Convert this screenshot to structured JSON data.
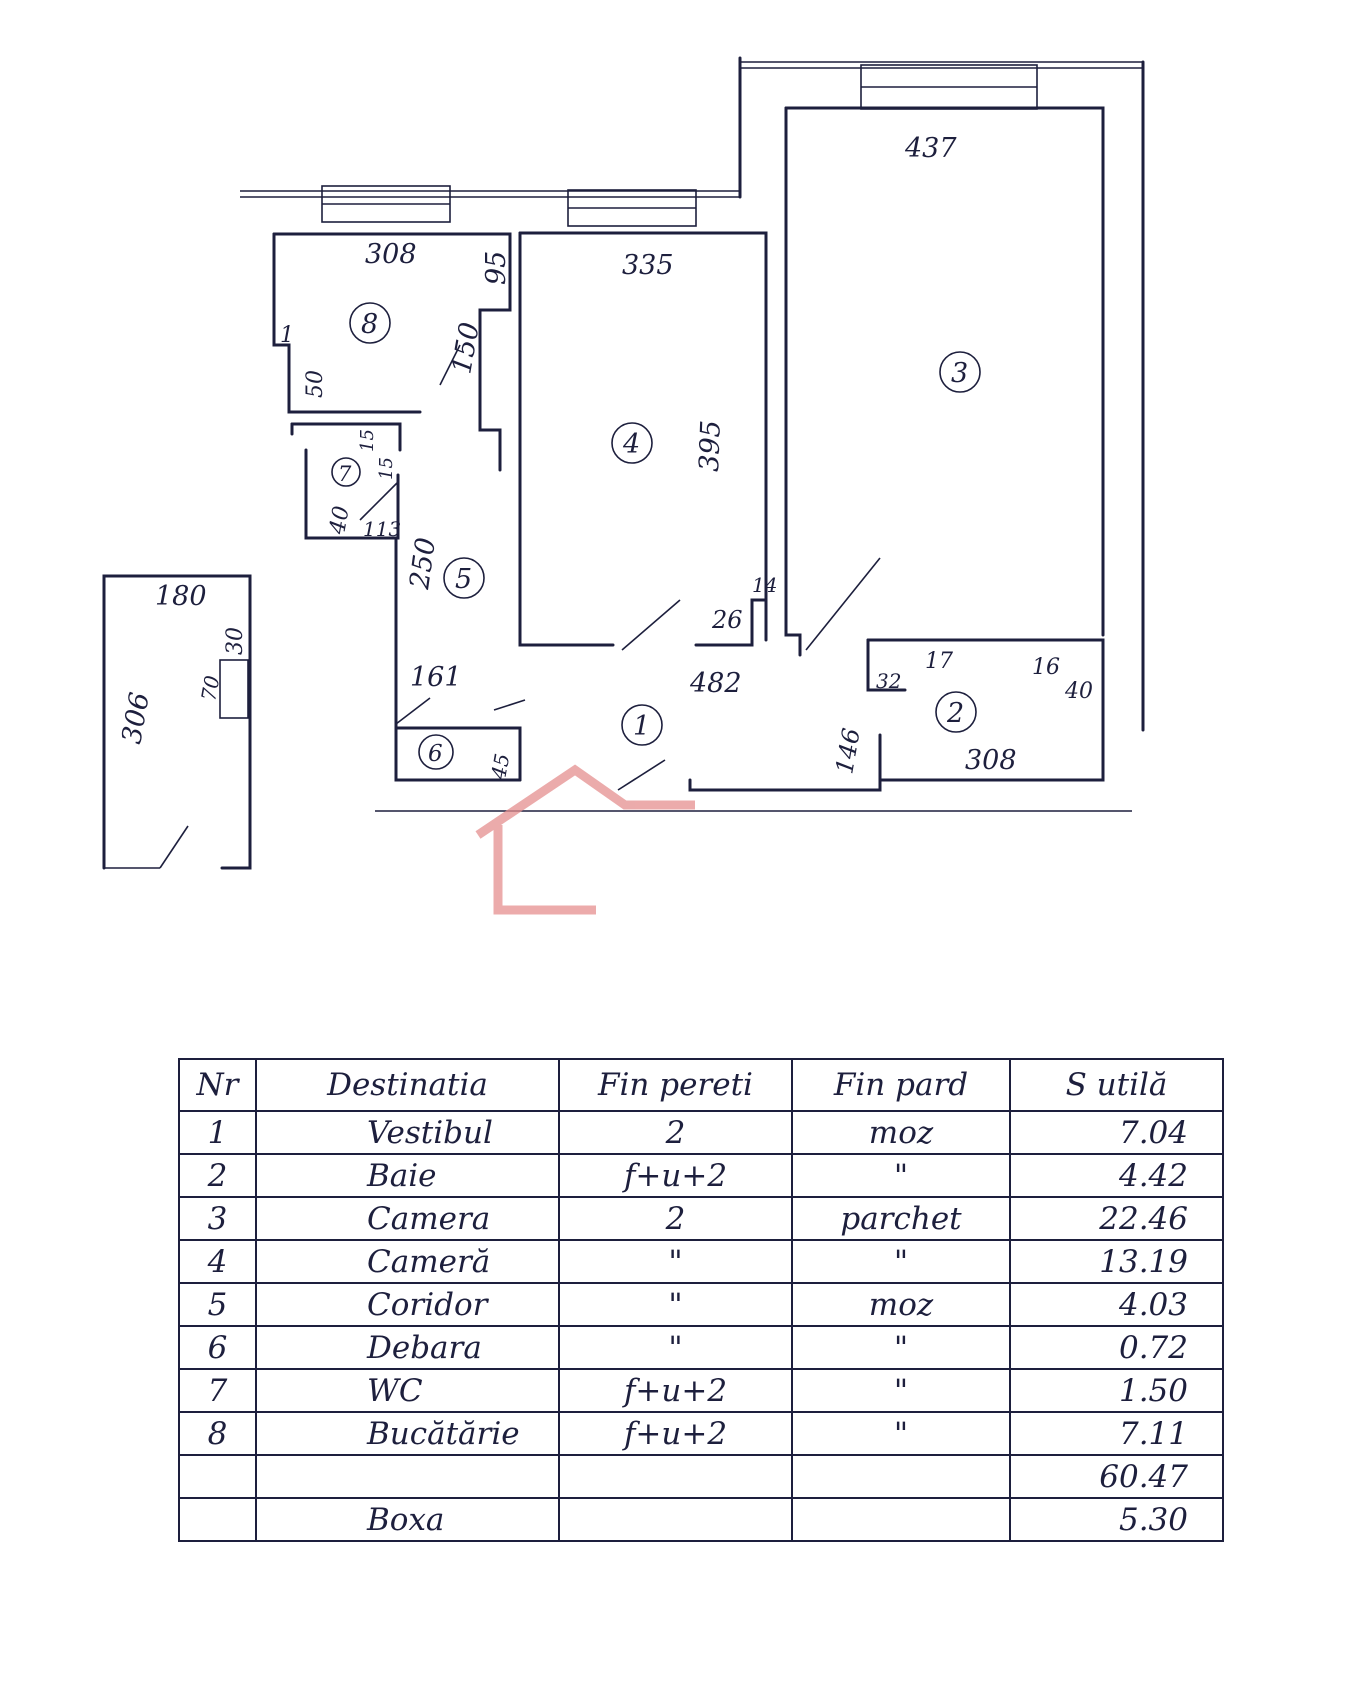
{
  "plan": {
    "rooms": [
      {
        "id": "room-1",
        "label": "1"
      },
      {
        "id": "room-2",
        "label": "2"
      },
      {
        "id": "room-3",
        "label": "3"
      },
      {
        "id": "room-4",
        "label": "4"
      },
      {
        "id": "room-5",
        "label": "5"
      },
      {
        "id": "room-6",
        "label": "6"
      },
      {
        "id": "room-7",
        "label": "7"
      },
      {
        "id": "room-8",
        "label": "8"
      }
    ],
    "dimensions": {
      "room3_width": "437",
      "room4_width": "335",
      "room4_depth": "395",
      "room8_width": "308",
      "room8_niche": "95",
      "room8_side": "150",
      "room8_small": "50",
      "room8_tick": "1",
      "room7_a": "15",
      "room7_b": "15",
      "room7_c": "40",
      "room7_d": "113",
      "room5_depth": "250",
      "room1_a": "161",
      "room1_b": "482",
      "room1_c": "26",
      "room1_d": "14",
      "room1_e": "146",
      "room6_a": "45",
      "room2_width": "308",
      "room2_a": "32",
      "room2_b": "17",
      "room2_c": "16",
      "room2_d": "40",
      "box_width": "180",
      "box_depth": "306",
      "box_a": "30",
      "box_b": "70"
    },
    "accent_color": "#e58f8f"
  },
  "table": {
    "headers": [
      "Nr",
      "Destinatia",
      "Fin pereti",
      "Fin pard",
      "S utilă"
    ],
    "rows": [
      {
        "nr": "1",
        "dest": "Vestibul",
        "walls": "2",
        "floor": "moz",
        "area": "7.04"
      },
      {
        "nr": "2",
        "dest": "Baie",
        "walls": "f+u+2",
        "floor": "\"",
        "area": "4.42"
      },
      {
        "nr": "3",
        "dest": "Camera",
        "walls": "2",
        "floor": "parchet",
        "area": "22.46"
      },
      {
        "nr": "4",
        "dest": "Cameră",
        "walls": "\"",
        "floor": "\"",
        "area": "13.19"
      },
      {
        "nr": "5",
        "dest": "Coridor",
        "walls": "\"",
        "floor": "moz",
        "area": "4.03"
      },
      {
        "nr": "6",
        "dest": "Debara",
        "walls": "\"",
        "floor": "\"",
        "area": "0.72"
      },
      {
        "nr": "7",
        "dest": "WC",
        "walls": "f+u+2",
        "floor": "\"",
        "area": "1.50"
      },
      {
        "nr": "8",
        "dest": "Bucătărie",
        "walls": "f+u+2",
        "floor": "\"",
        "area": "7.11"
      }
    ],
    "total": "60.47",
    "box_label": "Boxa",
    "box_area": "5.30"
  }
}
